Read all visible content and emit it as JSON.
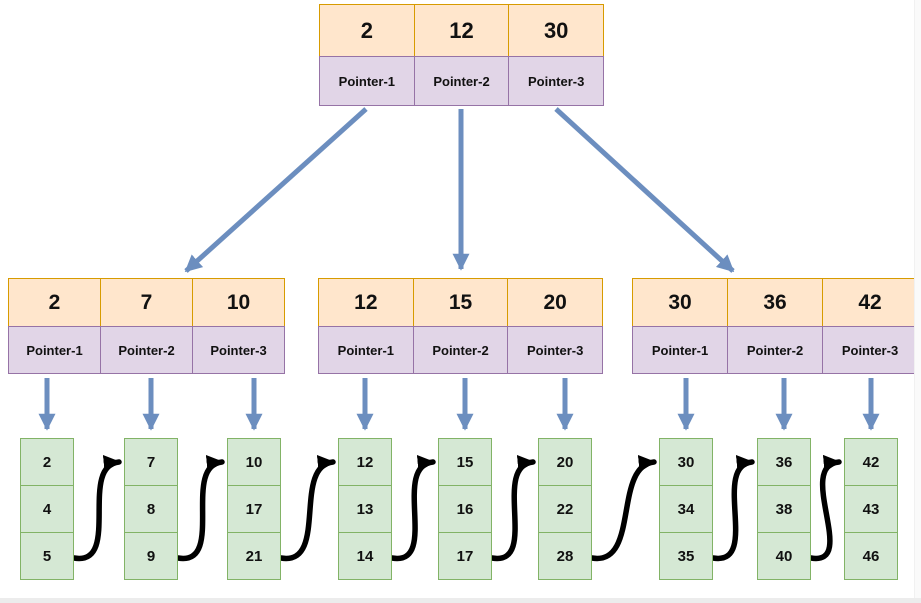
{
  "tree": {
    "root": {
      "keys": [
        "2",
        "12",
        "30"
      ],
      "pointers": [
        "Pointer-1",
        "Pointer-2",
        "Pointer-3"
      ]
    },
    "internal": [
      {
        "keys": [
          "2",
          "7",
          "10"
        ],
        "pointers": [
          "Pointer-1",
          "Pointer-2",
          "Pointer-3"
        ]
      },
      {
        "keys": [
          "12",
          "15",
          "20"
        ],
        "pointers": [
          "Pointer-1",
          "Pointer-2",
          "Pointer-3"
        ]
      },
      {
        "keys": [
          "30",
          "36",
          "42"
        ],
        "pointers": [
          "Pointer-1",
          "Pointer-2",
          "Pointer-3"
        ]
      }
    ],
    "leaves": [
      {
        "values": [
          "2",
          "4",
          "5"
        ]
      },
      {
        "values": [
          "7",
          "8",
          "9"
        ]
      },
      {
        "values": [
          "10",
          "17",
          "21"
        ]
      },
      {
        "values": [
          "12",
          "13",
          "14"
        ]
      },
      {
        "values": [
          "15",
          "16",
          "17"
        ]
      },
      {
        "values": [
          "20",
          "22",
          "28"
        ]
      },
      {
        "values": [
          "30",
          "34",
          "35"
        ]
      },
      {
        "values": [
          "36",
          "38",
          "40"
        ]
      },
      {
        "values": [
          "42",
          "43",
          "46"
        ]
      }
    ]
  },
  "colors": {
    "key_fill": "#FFE6CC",
    "key_border": "#D79B00",
    "pointer_fill": "#E1D5E7",
    "pointer_border": "#9673A6",
    "leaf_fill": "#D5E8D4",
    "leaf_border": "#82B366",
    "tree_arrow": "#6C8EBF",
    "leaf_link_arrow": "#000000",
    "background": "#FFFFFF"
  }
}
